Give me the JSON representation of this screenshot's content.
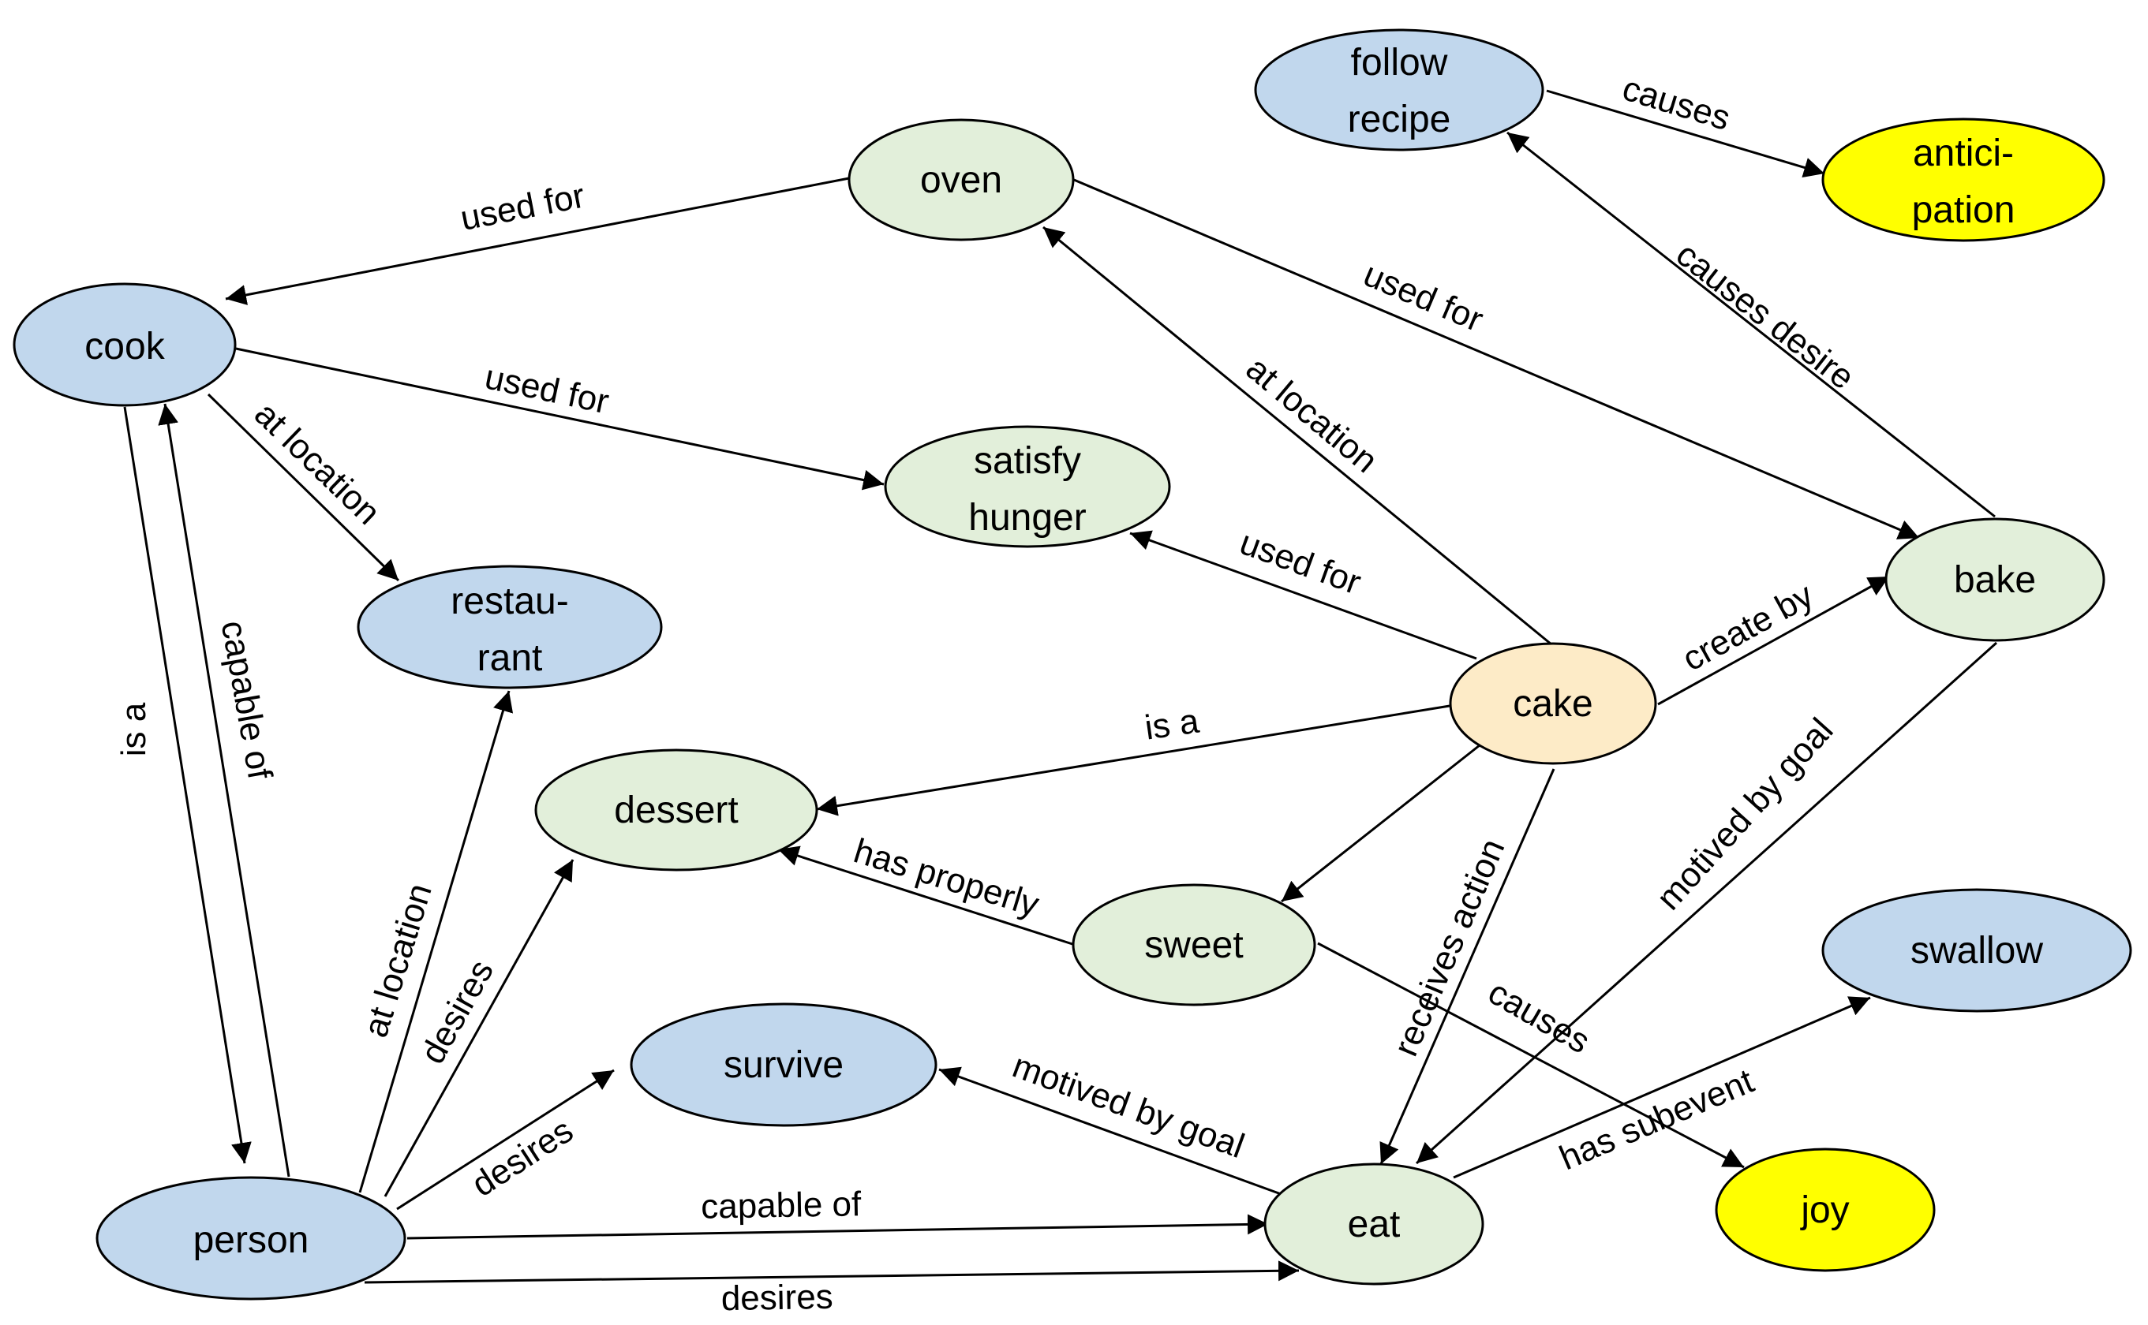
{
  "colors": {
    "blue": "#c1d7ed",
    "green": "#e2efda",
    "peach": "#fdebc7",
    "yellow": "#ffff00"
  },
  "nodes": {
    "cook": {
      "lines": [
        "cook"
      ],
      "color": "blue"
    },
    "restaurant": {
      "lines": [
        "restau-",
        "rant"
      ],
      "color": "blue"
    },
    "person": {
      "lines": [
        "person"
      ],
      "color": "blue"
    },
    "survive": {
      "lines": [
        "survive"
      ],
      "color": "blue"
    },
    "follow_recipe": {
      "lines": [
        "follow",
        "recipe"
      ],
      "color": "blue"
    },
    "swallow": {
      "lines": [
        "swallow"
      ],
      "color": "blue"
    },
    "oven": {
      "lines": [
        "oven"
      ],
      "color": "green"
    },
    "satisfy_hunger": {
      "lines": [
        "satisfy",
        "hunger"
      ],
      "color": "green"
    },
    "dessert": {
      "lines": [
        "dessert"
      ],
      "color": "green"
    },
    "sweet": {
      "lines": [
        "sweet"
      ],
      "color": "green"
    },
    "eat": {
      "lines": [
        "eat"
      ],
      "color": "green"
    },
    "bake": {
      "lines": [
        "bake"
      ],
      "color": "green"
    },
    "cake": {
      "lines": [
        "cake"
      ],
      "color": "peach"
    },
    "anticipation": {
      "lines": [
        "antici-",
        "pation"
      ],
      "color": "yellow"
    },
    "joy": {
      "lines": [
        "joy"
      ],
      "color": "yellow"
    }
  },
  "edges": [
    {
      "id": "oven-cook",
      "from": "oven",
      "to": "cook",
      "label": "used for"
    },
    {
      "id": "cook-satisfy",
      "from": "cook",
      "to": "satisfy_hunger",
      "label": "used for"
    },
    {
      "id": "cook-restaurant",
      "from": "cook",
      "to": "restaurant",
      "label": "at location"
    },
    {
      "id": "cook-person",
      "from": "cook",
      "to": "person",
      "label": "is a"
    },
    {
      "id": "person-cook",
      "from": "person",
      "to": "cook",
      "label": "capable of"
    },
    {
      "id": "person-restaurant",
      "from": "person",
      "to": "restaurant",
      "label": "at location"
    },
    {
      "id": "person-dessert",
      "from": "person",
      "to": "dessert",
      "label": "desires"
    },
    {
      "id": "person-survive",
      "from": "person",
      "to": "survive",
      "label": "desires"
    },
    {
      "id": "person-eat-capable",
      "from": "person",
      "to": "eat",
      "label": "capable of"
    },
    {
      "id": "person-eat-desires",
      "from": "person",
      "to": "eat",
      "label": "desires"
    },
    {
      "id": "oven-bake",
      "from": "oven",
      "to": "bake",
      "label": "used for"
    },
    {
      "id": "cake-oven",
      "from": "cake",
      "to": "oven",
      "label": "at location"
    },
    {
      "id": "cake-satisfy",
      "from": "cake",
      "to": "satisfy_hunger",
      "label": "used for"
    },
    {
      "id": "cake-dessert",
      "from": "cake",
      "to": "dessert",
      "label": "is a"
    },
    {
      "id": "cake-bake",
      "from": "cake",
      "to": "bake",
      "label": "create by"
    },
    {
      "id": "cake-sweet",
      "from": "cake",
      "to": "sweet",
      "label": ""
    },
    {
      "id": "cake-eat",
      "from": "cake",
      "to": "eat",
      "label": "receives action"
    },
    {
      "id": "sweet-dessert",
      "from": "sweet",
      "to": "dessert",
      "label": "has properly"
    },
    {
      "id": "sweet-joy",
      "from": "sweet",
      "to": "joy",
      "label": "causes"
    },
    {
      "id": "eat-survive",
      "from": "eat",
      "to": "survive",
      "label": "motived by goal"
    },
    {
      "id": "eat-swallow",
      "from": "eat",
      "to": "swallow",
      "label": "has subevent"
    },
    {
      "id": "bake-eat",
      "from": "bake",
      "to": "eat",
      "label": "motived by goal"
    },
    {
      "id": "bake-follow",
      "from": "bake",
      "to": "follow_recipe",
      "label": "causes desire"
    },
    {
      "id": "follow-anticipation",
      "from": "follow_recipe",
      "to": "anticipation",
      "label": "causes"
    }
  ]
}
